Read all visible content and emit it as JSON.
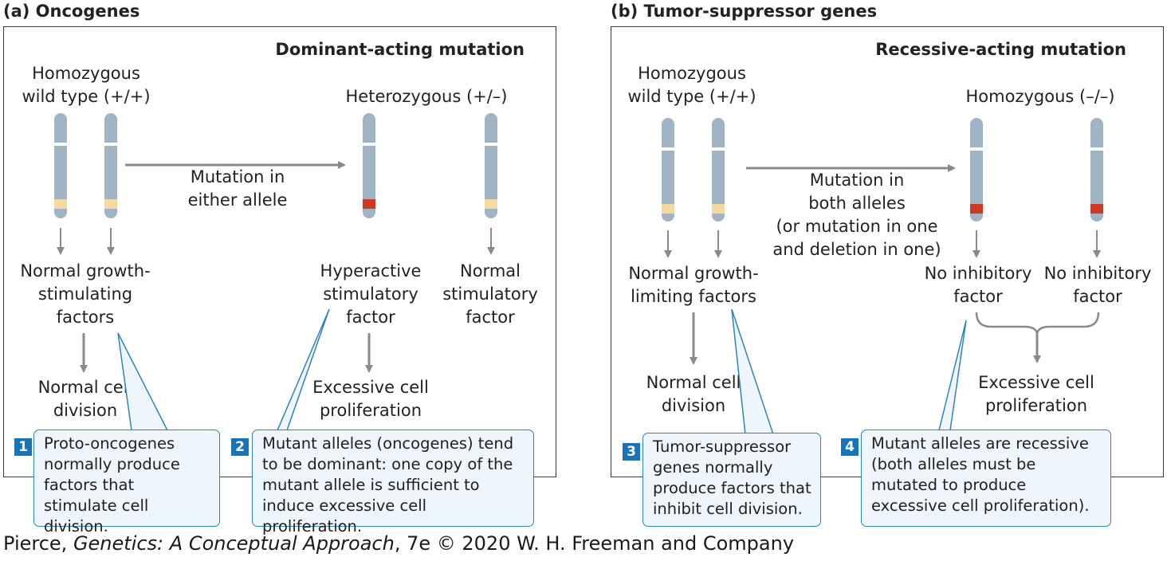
{
  "panel_a": {
    "title": "(a)  Oncogenes",
    "heading": "Dominant-acting mutation",
    "left_genotype": "Homozygous\nwild type (+/+)",
    "right_genotype": "Heterozygous (+/–)",
    "arrow_label": "Mutation in\neither allele",
    "left_product": "Normal growth-\nstimulating\nfactors",
    "mutant_product": "Hyperactive\nstimulatory\nfactor",
    "normal_product": "Normal\nstimulatory\nfactor",
    "left_outcome": "Normal cell\ndivision",
    "right_outcome": "Excessive cell\nproliferation",
    "callout_1": {
      "number": "1",
      "text": "Proto-oncogenes normally produce factors that stimulate cell division."
    },
    "callout_2": {
      "number": "2",
      "text": "Mutant alleles (oncogenes) tend to be dominant: one copy of the mutant allele is sufficient to induce excessive cell proliferation."
    }
  },
  "panel_b": {
    "title": "(b)  Tumor-suppressor genes",
    "heading": "Recessive-acting mutation",
    "left_genotype": "Homozygous\nwild type (+/+)",
    "right_genotype": "Homozygous (–/–)",
    "arrow_label": "Mutation in\nboth alleles\n(or mutation in one\nand deletion in one)",
    "left_product": "Normal growth-\nlimiting factors",
    "mutant_product_1": "No inhibitory\nfactor",
    "mutant_product_2": "No inhibitory\nfactor",
    "left_outcome": "Normal cell\ndivision",
    "right_outcome": "Excessive cell\nproliferation",
    "callout_3": {
      "number": "3",
      "text": "Tumor-suppressor genes normally produce factors that inhibit cell division."
    },
    "callout_4": {
      "number": "4",
      "text": "Mutant alleles are recessive (both alleles must be mutated to produce excessive cell proliferation)."
    }
  },
  "credit": {
    "prefix": "Pierce, ",
    "book": "Genetics: A Conceptual Approach",
    "suffix": ", 7e © 2020 W. H. Freeman and Company"
  },
  "colors": {
    "chromosome": "#9fb4c4",
    "normal_allele": "#f3d9a0",
    "mutant_allele": "#cc3a25",
    "arrow": "#8a8a8a",
    "callout_border": "#2f84b8",
    "callout_fill": "#eef5fb",
    "badge": "#1874b9"
  }
}
